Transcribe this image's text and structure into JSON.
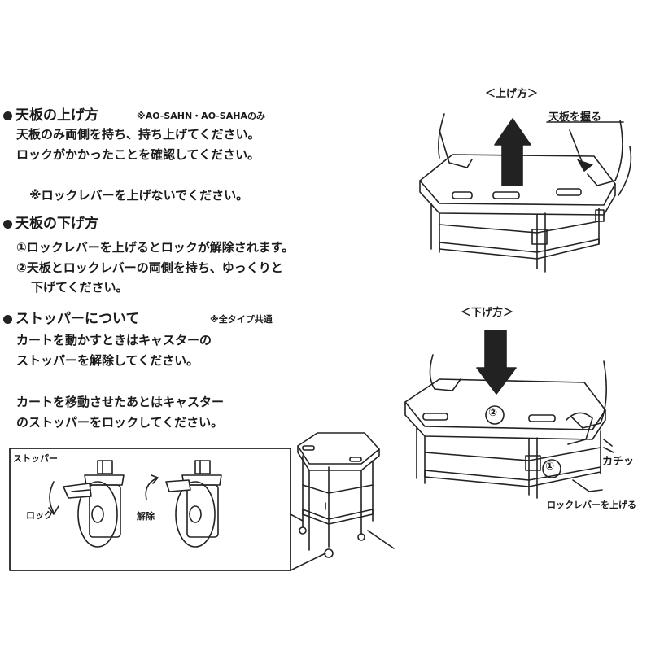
{
  "left": {
    "raise": {
      "heading": "天板の上げ方",
      "note": "※AO-SAHN・AO-SAHAのみ",
      "line1": "天板のみ両側を持ち、持ち上げてください。",
      "line2": "ロックがかかったことを確認してください。",
      "line3": "※ロックレバーを上げないでください。"
    },
    "lower": {
      "heading": "天板の下げ方",
      "step1": "①ロックレバーを上げるとロックが解除されます。",
      "step2": "②天板とロックレバーの両側を持ち、ゆっくりと",
      "step2b": "下げてください。"
    },
    "stopper": {
      "heading": "ストッパーについて",
      "note": "※全タイプ共通",
      "line1": "カートを動かすときはキャスターの",
      "line2": "ストッパーを解除してください。",
      "line3": "カートを移動させたあとはキャスター",
      "line4": "のストッパーをロックしてください。"
    }
  },
  "stopper_box": {
    "title": "ストッパー",
    "lock_label": "ロック",
    "release_label": "解除"
  },
  "right": {
    "raise_title": "＜上げ方＞",
    "grip_label": "天板を握る",
    "lower_title": "＜下げ方＞",
    "click_label": "カチッ",
    "lever_label": "ロックレバーを上げる",
    "num1": "①",
    "num2": "②"
  }
}
